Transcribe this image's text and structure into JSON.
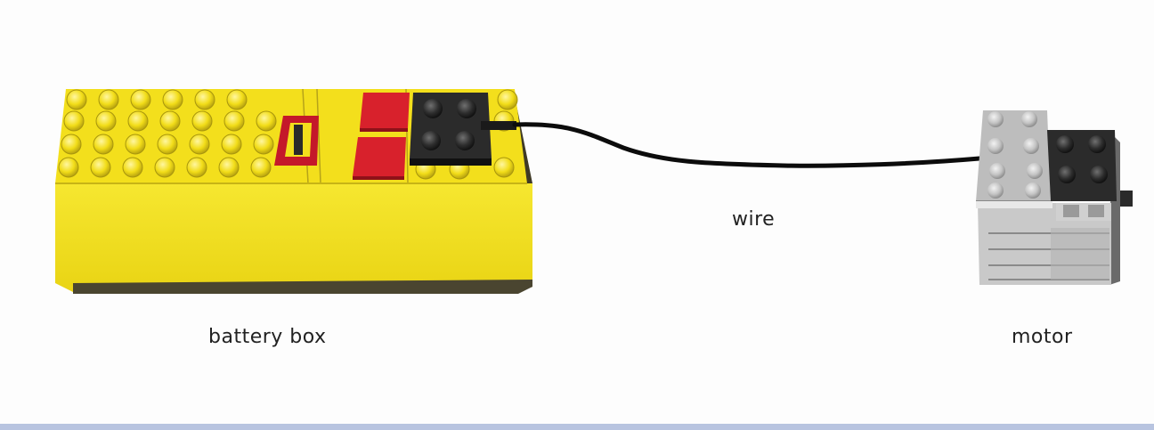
{
  "labels": {
    "battery_box": "battery box",
    "wire": "wire",
    "motor": "motor"
  },
  "colors": {
    "battery_yellow": "#f4e21a",
    "battery_shadow": "#c8b40c",
    "switch_red": "#d8212c",
    "connector_black": "#2b2b2b",
    "wire_black": "#0c0c0c",
    "motor_gray": "#c9c9c9",
    "bottom_bar": "#b8c4e0"
  }
}
